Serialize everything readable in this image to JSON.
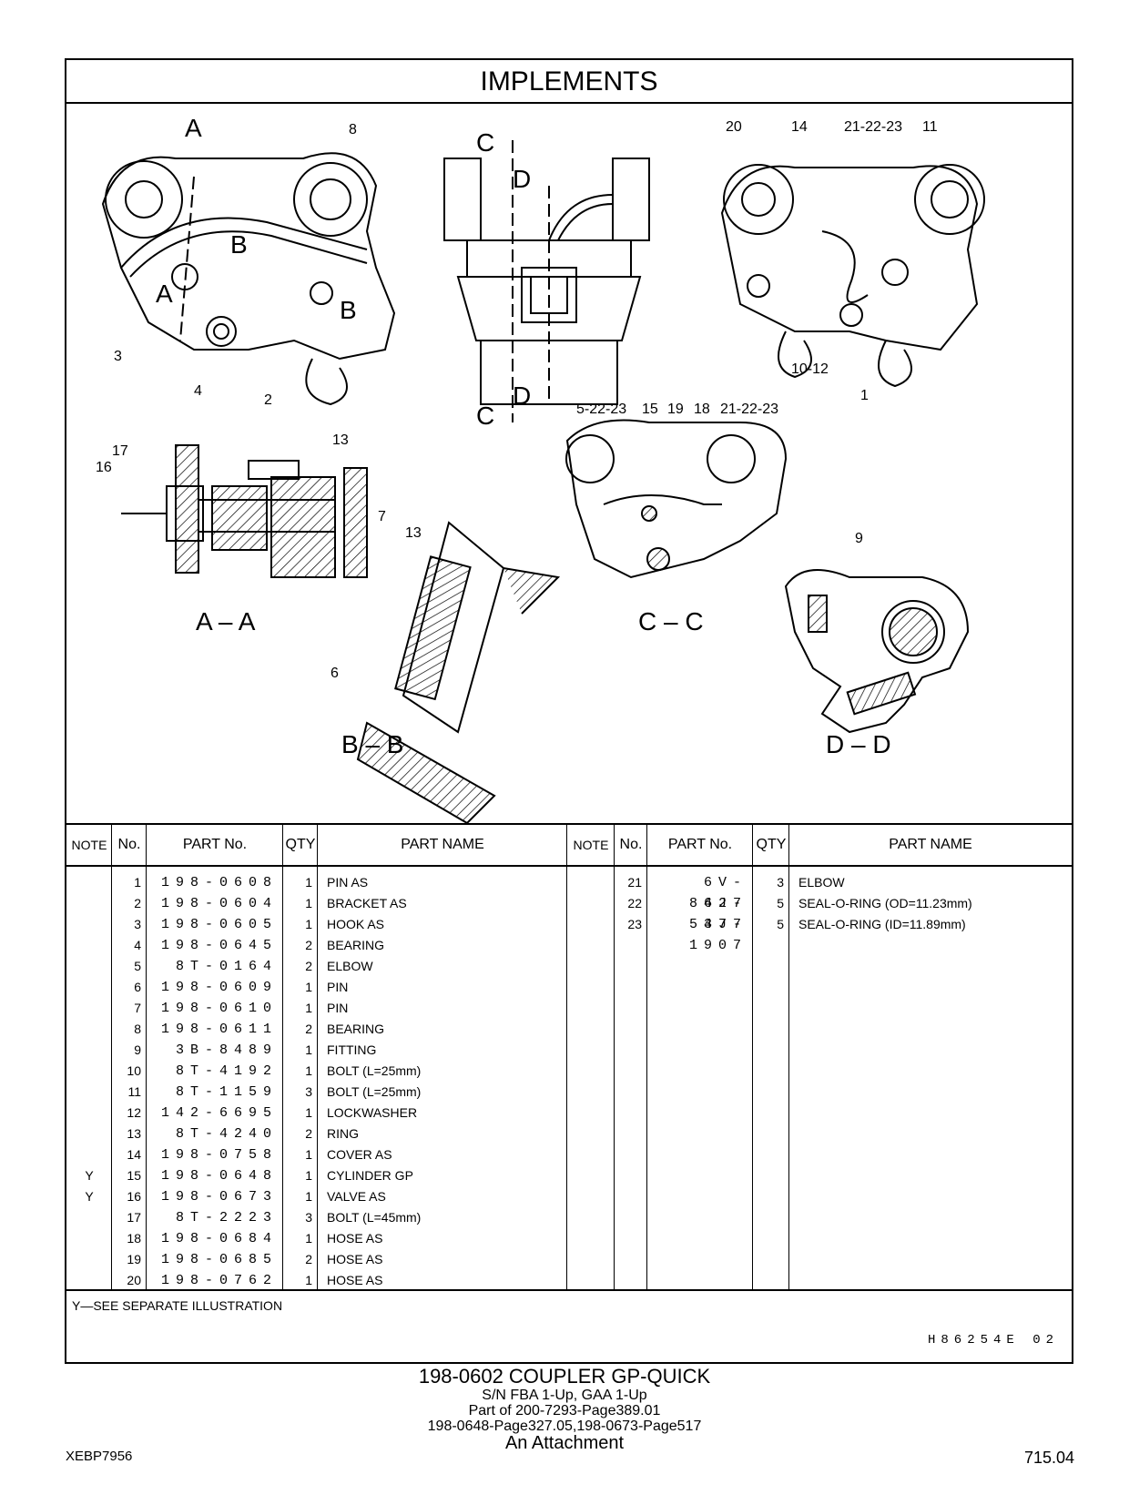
{
  "title": "IMPLEMENTS",
  "callouts": {
    "n8": "8",
    "n3": "3",
    "n4": "4",
    "n2": "2",
    "n20": "20",
    "n14": "14",
    "n212223a": "21-22-23",
    "n11": "11",
    "n1012": "10-12",
    "n1": "1",
    "n52223": "5-22-23",
    "n15": "15",
    "n19": "19",
    "n18": "18",
    "n212223b": "21-22-23",
    "n17": "17",
    "n16": "16",
    "n13a": "13",
    "n7": "7",
    "n13b": "13",
    "n6": "6",
    "n9": "9",
    "sA1": "A",
    "sA2": "A",
    "sB1": "B",
    "sB2": "B",
    "sC1": "C",
    "sC2": "C",
    "sD1": "D",
    "sD2": "D",
    "secAA": "A – A",
    "secBB": "B – B",
    "secCC": "C – C",
    "secDD": "D – D"
  },
  "headers": {
    "note": "NOTE",
    "no": "No.",
    "part_no": "PART No.",
    "qty": "QTY",
    "part_name": "PART NAME"
  },
  "parts_left": [
    {
      "note": "",
      "no": "1",
      "pn": "198-0608",
      "qty": "1",
      "name": "PIN  AS"
    },
    {
      "note": "",
      "no": "2",
      "pn": "198-0604",
      "qty": "1",
      "name": "BRACKET  AS"
    },
    {
      "note": "",
      "no": "3",
      "pn": "198-0605",
      "qty": "1",
      "name": "HOOK  AS"
    },
    {
      "note": "",
      "no": "4",
      "pn": "198-0645",
      "qty": "2",
      "name": "  BEARING"
    },
    {
      "note": "",
      "no": "5",
      "pn": "8T-0164",
      "qty": "2",
      "name": "ELBOW"
    },
    {
      "note": "",
      "no": "6",
      "pn": "198-0609",
      "qty": "1",
      "name": "PIN"
    },
    {
      "note": "",
      "no": "7",
      "pn": "198-0610",
      "qty": "1",
      "name": "PIN"
    },
    {
      "note": "",
      "no": "8",
      "pn": "198-0611",
      "qty": "2",
      "name": "BEARING"
    },
    {
      "note": "",
      "no": "9",
      "pn": "3B-8489",
      "qty": "1",
      "name": "FITTING"
    },
    {
      "note": "",
      "no": "10",
      "pn": "8T-4192",
      "qty": "1",
      "name": "BOLT (L=25mm)"
    },
    {
      "note": "",
      "no": "11",
      "pn": "8T-1159",
      "qty": "3",
      "name": "BOLT (L=25mm)"
    },
    {
      "note": "",
      "no": "12",
      "pn": "142-6695",
      "qty": "1",
      "name": "LOCKWASHER"
    },
    {
      "note": "",
      "no": "13",
      "pn": "8T-4240",
      "qty": "2",
      "name": "RING"
    },
    {
      "note": "",
      "no": "14",
      "pn": "198-0758",
      "qty": "1",
      "name": "COVER  AS"
    },
    {
      "note": "Y",
      "no": "15",
      "pn": "198-0648",
      "qty": "1",
      "name": "CYLINDER  GP"
    },
    {
      "note": "Y",
      "no": "16",
      "pn": "198-0673",
      "qty": "1",
      "name": "VALVE  AS"
    },
    {
      "note": "",
      "no": "17",
      "pn": "8T-2223",
      "qty": "3",
      "name": "BOLT (L=45mm)"
    },
    {
      "note": "",
      "no": "18",
      "pn": "198-0684",
      "qty": "1",
      "name": "HOSE  AS"
    },
    {
      "note": "",
      "no": "19",
      "pn": "198-0685",
      "qty": "2",
      "name": "HOSE  AS"
    },
    {
      "note": "",
      "no": "20",
      "pn": "198-0762",
      "qty": "1",
      "name": "HOSE  AS"
    }
  ],
  "parts_right": [
    {
      "note": "",
      "no": "21",
      "pn": "6V-8627",
      "qty": "3",
      "name": "ELBOW"
    },
    {
      "note": "",
      "no": "22",
      "pn": "4J-5477",
      "qty": "5",
      "name": "SEAL-O-RING (OD=11.23mm)"
    },
    {
      "note": "",
      "no": "23",
      "pn": "3J-1907",
      "qty": "5",
      "name": "SEAL-O-RING (ID=11.89mm)"
    }
  ],
  "footnote": "Y—SEE  SEPARATE  ILLUSTRATION",
  "drawing_code": "H86254E  02",
  "bottom": {
    "line1": "198-0602   COUPLER  GP-QUICK",
    "line2": "S/N FBA 1-Up, GAA 1-Up",
    "line3": "Part of 200-7293-Page389.01",
    "line4": "198-0648-Page327.05,198-0673-Page517",
    "line5": "An Attachment"
  },
  "pub_code": "XEBP7956",
  "page_number": "715.04"
}
